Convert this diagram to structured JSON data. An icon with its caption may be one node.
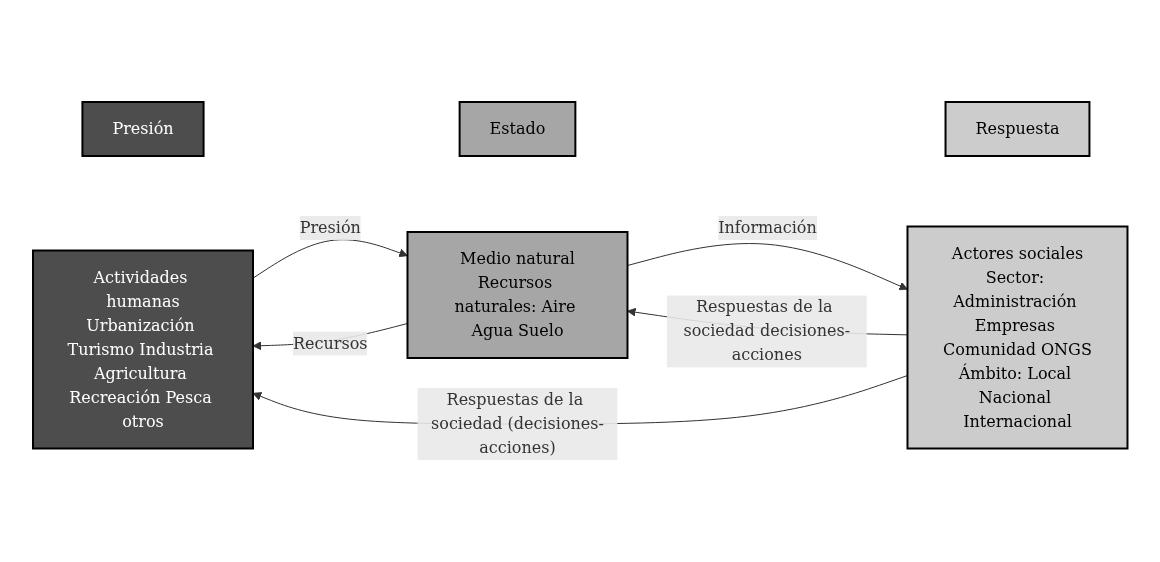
{
  "diagram": {
    "nodes": [
      {
        "text": [
          "Presión"
        ]
      },
      {
        "text": [
          "Estado"
        ]
      },
      {
        "text": [
          "Respuesta"
        ]
      },
      {
        "text": [
          "Actividades humanas",
          "Urbanización Turismo Industria Agricultura Recreación Pesca otros"
        ]
      },
      {
        "text": [
          "Medio natural",
          "Recursos naturales: Aire Agua Suelo"
        ]
      },
      {
        "text": [
          "Actores sociales",
          "Sector: Administración Empresas Comunidad ONGS",
          "Ámbito: Local Nacional Internacional"
        ]
      }
    ],
    "edges": [
      {
        "from": 3,
        "to": 4,
        "arrow": "to",
        "label": "Presión"
      },
      {
        "from": 4,
        "to": 5,
        "arrow": "to",
        "label": "Información"
      },
      {
        "from": 5,
        "to": 4,
        "arrow": "to",
        "label": "Respuestas de la sociedad decisiones-acciones"
      },
      {
        "from": 4,
        "to": 3,
        "arrow": "to",
        "label": "Recursos"
      },
      {
        "from": 5,
        "to": 3,
        "arrow": "to",
        "label": "Respuestas de la sociedad (decisiones-acciones)"
      }
    ]
  }
}
